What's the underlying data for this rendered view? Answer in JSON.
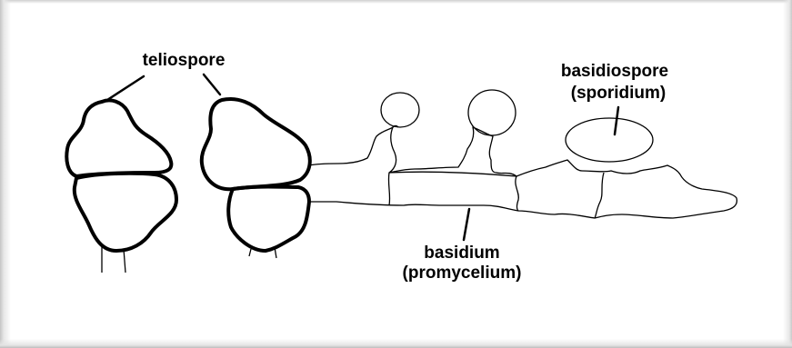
{
  "labels": {
    "teliospore": "teliospore",
    "basidiospore": "basidiospore",
    "sporidium": "(sporidium)",
    "basidium": "basidium",
    "promycelium": "(promycelium)"
  }
}
